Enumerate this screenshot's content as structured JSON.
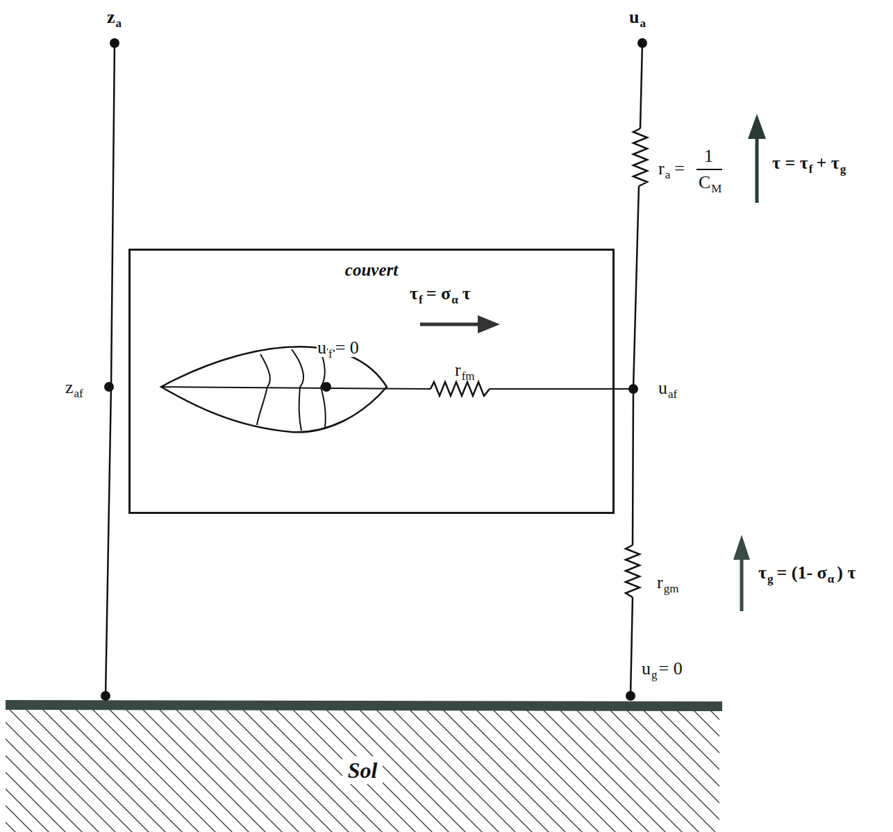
{
  "diagram": {
    "nodes": [
      {
        "text": [
          "couvert"
        ]
      },
      {
        "text": [
          "Sol"
        ]
      }
    ],
    "labels": [
      "z",
      "a",
      "z",
      "af",
      "u",
      "a",
      "u",
      "af",
      "u",
      "g",
      "= 0",
      "u",
      "f",
      "= 0",
      "r",
      "a",
      "=",
      "1",
      "C",
      "M",
      "τ = τ",
      "f",
      "+ τ",
      "g",
      "τ",
      "f",
      "= σ",
      "α",
      "τ",
      "r",
      "fm",
      "r",
      "gm",
      "τ",
      "g",
      "= (1- σ",
      "α",
      ") τ"
    ]
  }
}
